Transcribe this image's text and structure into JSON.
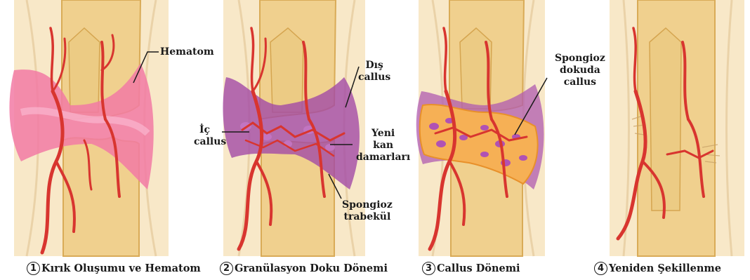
{
  "labels": {
    "hematom": "Hematom",
    "dis_callus": [
      "Dış",
      "callus"
    ],
    "ic_callus": [
      "İç",
      "callus"
    ],
    "yeni_kan": [
      "Yeni",
      "kan",
      "damarları"
    ],
    "spongioz_trabekul": [
      "Spongioz",
      "trabekül"
    ],
    "spongioz_callus": [
      "Spongioz",
      "dokuda",
      "callus"
    ]
  },
  "stages": [
    {
      "number": "1",
      "title": "Kırık Oluşumu ve Hematom"
    },
    {
      "number": "2",
      "title": "Granülasyon Doku Dönemi"
    },
    {
      "number": "3",
      "title": "Callus Dönemi"
    },
    {
      "number": "4",
      "title": "Yeniden Şekillenme"
    }
  ],
  "colors": {
    "skin": "#f7e4c3",
    "bone": "#f1d391",
    "bone_edge": "#d9ab57",
    "vessel": "#d8352f",
    "hematoma": "#f26f9d",
    "granulation": "#a24aa6",
    "callus": "#f4a94a"
  }
}
